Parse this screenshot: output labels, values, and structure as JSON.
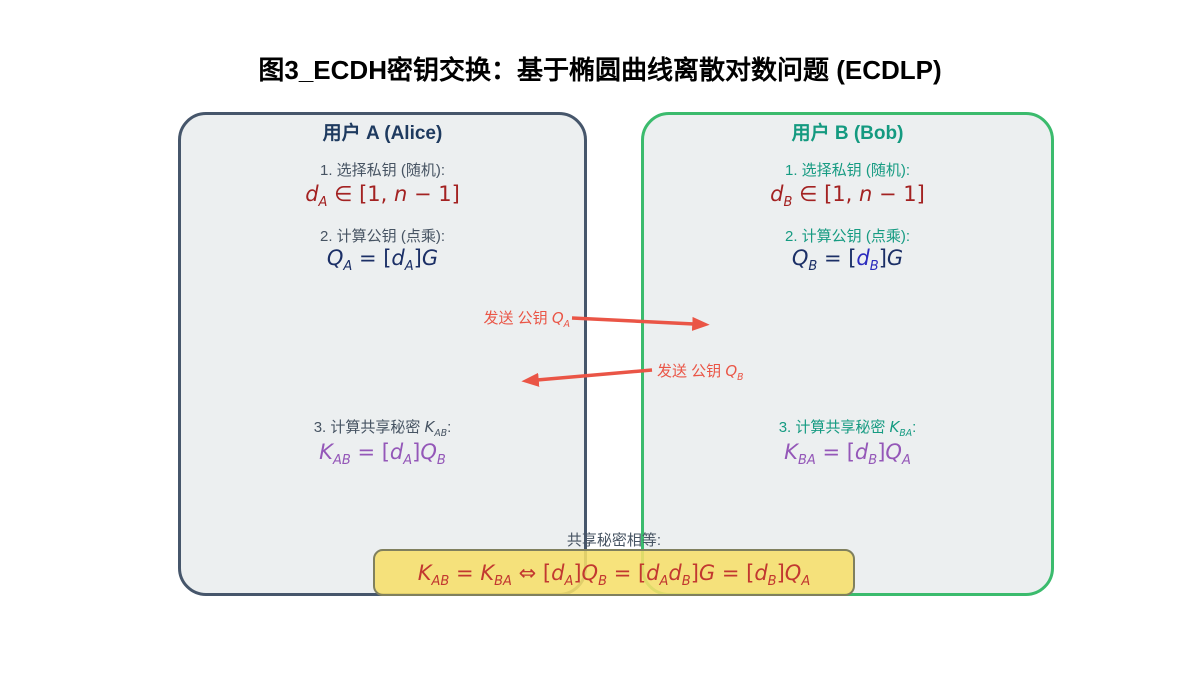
{
  "title": "图3_ECDH密钥交换：基于椭圆曲线离散对数问题 (ECDLP)",
  "colors": {
    "alice_border": "#46566b",
    "alice_header": "#1e3a5f",
    "alice_label": "#475463",
    "bob_border": "#3bbb6d",
    "bob_header": "#149a80",
    "panel_fill": "#eceff0",
    "private_key_red": "#a32222",
    "public_key_navy": "#1b2f66",
    "bob_private_blue": "#2b2bbd",
    "shared_secret_purple": "#9457b8",
    "arrow_red": "#ea5546",
    "equality_box_fill": "#f6df6a",
    "equality_box_border": "#80805e",
    "equality_formula_red": "#c23830"
  },
  "alice": {
    "header": "用户 A (Alice)",
    "step1_label": "1. 选择私钥 (随机):",
    "step1_formula": [
      {
        "t": "d",
        "s": "A",
        "i": 1
      },
      {
        "t": " ∈ [1, "
      },
      {
        "t": "n",
        "i": 1
      },
      {
        "t": " − 1]"
      }
    ],
    "step2_label": "2. 计算公钥 (点乘):",
    "step2_formula": [
      {
        "t": "Q",
        "s": "A",
        "i": 1
      },
      {
        "t": " = ["
      },
      {
        "t": "d",
        "s": "A",
        "i": 1
      },
      {
        "t": "]"
      },
      {
        "t": "G",
        "i": 1
      }
    ],
    "step3_label": [
      {
        "t": "3. 计算共享秘密 "
      },
      {
        "t": "K",
        "s": "AB",
        "i": 1
      },
      {
        "t": ":"
      }
    ],
    "step3_formula": [
      {
        "t": "K",
        "s": "AB",
        "i": 1
      },
      {
        "t": " = ["
      },
      {
        "t": "d",
        "s": "A",
        "i": 1
      },
      {
        "t": "]"
      },
      {
        "t": "Q",
        "s": "B",
        "i": 1
      }
    ]
  },
  "bob": {
    "header": "用户 B (Bob)",
    "step1_label": "1. 选择私钥 (随机):",
    "step1_formula": [
      {
        "t": "d",
        "s": "B",
        "i": 1
      },
      {
        "t": " ∈ [1, "
      },
      {
        "t": "n",
        "i": 1
      },
      {
        "t": " − 1]"
      }
    ],
    "step2_label": "2. 计算公钥 (点乘):",
    "step2_formula": [
      {
        "t": "Q",
        "s": "B",
        "i": 1
      },
      {
        "t": " = ["
      },
      {
        "t": "d",
        "s": "B",
        "i": 1,
        "c": "#2b2bbd"
      },
      {
        "t": "]"
      },
      {
        "t": "G",
        "i": 1
      }
    ],
    "step3_label": [
      {
        "t": "3. 计算共享秘密 "
      },
      {
        "t": "K",
        "s": "BA",
        "i": 1
      },
      {
        "t": ":"
      }
    ],
    "step3_formula": [
      {
        "t": "K",
        "s": "BA",
        "i": 1
      },
      {
        "t": " = ["
      },
      {
        "t": "d",
        "s": "B",
        "i": 1
      },
      {
        "t": "]"
      },
      {
        "t": "Q",
        "s": "A",
        "i": 1
      }
    ]
  },
  "messages": {
    "send_qa": [
      {
        "t": "发送 公钥 "
      },
      {
        "t": "Q",
        "s": "A",
        "i": 1
      }
    ],
    "send_qb": [
      {
        "t": "发送 公钥 "
      },
      {
        "t": "Q",
        "s": "B",
        "i": 1
      }
    ]
  },
  "equality": {
    "label": "共享秘密相等:",
    "formula": [
      {
        "t": "K",
        "s": "AB",
        "i": 1
      },
      {
        "t": " = "
      },
      {
        "t": "K",
        "s": "BA",
        "i": 1
      },
      {
        "t": " ⇔ ["
      },
      {
        "t": "d",
        "s": "A",
        "i": 1
      },
      {
        "t": "]"
      },
      {
        "t": "Q",
        "s": "B",
        "i": 1
      },
      {
        "t": " = ["
      },
      {
        "t": "d",
        "s": "A",
        "i": 1
      },
      {
        "t": "d",
        "s": "B",
        "i": 1
      },
      {
        "t": "]"
      },
      {
        "t": "G",
        "i": 1
      },
      {
        "t": " = ["
      },
      {
        "t": "d",
        "s": "B",
        "i": 1
      },
      {
        "t": "]"
      },
      {
        "t": "Q",
        "s": "A",
        "i": 1
      }
    ]
  }
}
